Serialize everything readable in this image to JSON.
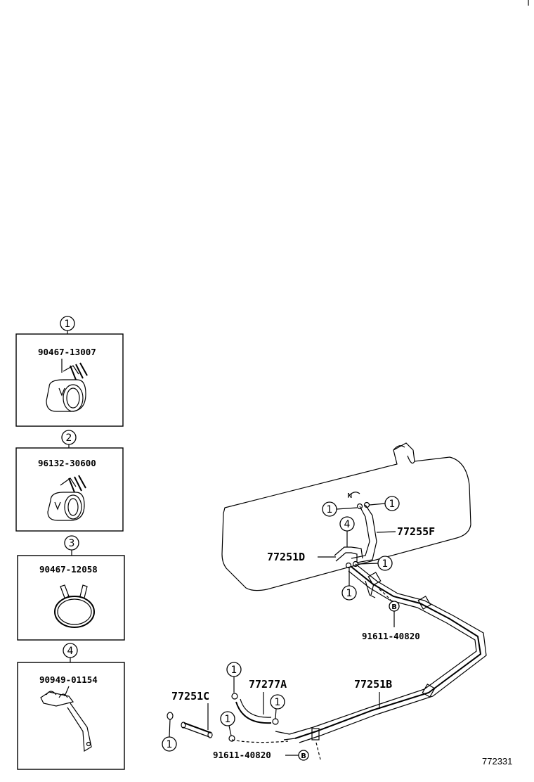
{
  "legend": [
    {
      "index": "1",
      "part_no": "90467-13007",
      "icon": "hose-clip-icon"
    },
    {
      "index": "2",
      "part_no": "96132-30600",
      "icon": "hose-clip-small-icon"
    },
    {
      "index": "3",
      "part_no": "90467-12058",
      "icon": "ring-clamp-icon"
    },
    {
      "index": "4",
      "part_no": "90949-01154",
      "icon": "bracket-clamp-icon"
    }
  ],
  "callouts": {
    "hose_77255F": "77255F",
    "pipe_77251D": "77251D",
    "pipe_77251B": "77251B",
    "pipe_77251C": "77251C",
    "hose_77277A": "77277A",
    "bolt_upper": "91611-40820",
    "bolt_lower": "91611-40820",
    "marker_b_upper": "B",
    "marker_b_lower": "B",
    "clip_ref": "1",
    "bracket_ref": "4"
  },
  "figure_id": "772331"
}
